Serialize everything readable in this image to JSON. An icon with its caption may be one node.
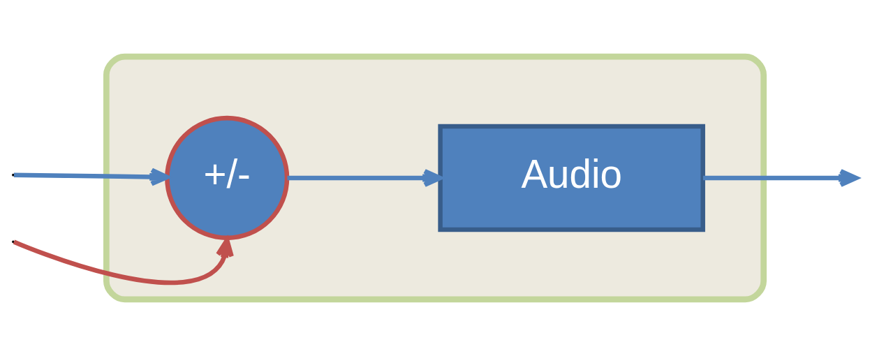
{
  "diagram": {
    "nodes": [
      {
        "text": [],
        "shape": "box"
      },
      {
        "text": [
          "+/-"
        ],
        "in": 0
      },
      {
        "text": [
          "Audio"
        ],
        "in": 0
      }
    ],
    "edges": [
      {
        "from": null,
        "to": 1,
        "arrow": "to",
        "color": "#c0504d"
      },
      {
        "from": null,
        "to": 1,
        "arrow": "to"
      },
      {
        "from": 1,
        "to": 2,
        "arrow": "to"
      },
      {
        "from": 2,
        "to": null,
        "arrow": "to"
      }
    ]
  }
}
